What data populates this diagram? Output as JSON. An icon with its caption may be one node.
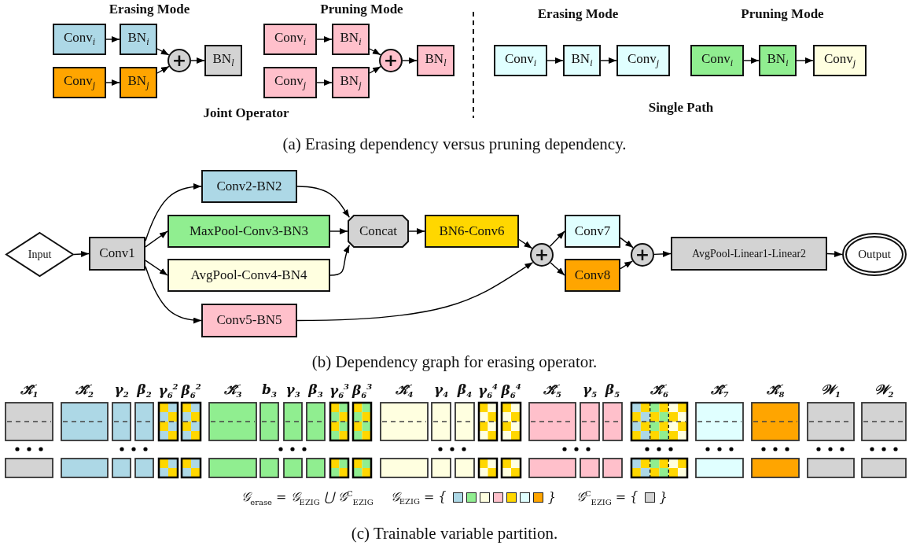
{
  "diagram": {
    "nodes": [
      {
        "text": [
          "Conv$_{i}$"
        ]
      },
      {
        "text": [
          "BN$_{i}$"
        ]
      },
      {
        "text": [
          "Conv$_{j}$"
        ]
      },
      {
        "text": [
          "BN$_{j}$"
        ]
      },
      {
        "text": [
          "+"
        ]
      },
      {
        "text": [
          "BN$_{l}$"
        ]
      },
      {
        "text": [
          "Conv$_{i}$"
        ]
      },
      {
        "text": [
          "BN$_{i}$"
        ]
      },
      {
        "text": [
          "Conv$_{j}$"
        ]
      },
      {
        "text": [
          "BN$_{j}$"
        ]
      },
      {
        "text": [
          "+"
        ]
      },
      {
        "text": [
          "BN$_{l}$"
        ]
      },
      {
        "text": [
          "Conv$_{i}$"
        ]
      },
      {
        "text": [
          "BN$_{i}$"
        ]
      },
      {
        "text": [
          "Conv$_{j}$"
        ]
      },
      {
        "text": [
          "Conv$_{i}$"
        ]
      },
      {
        "text": [
          "BN$_{i}$"
        ]
      },
      {
        "text": [
          "Conv$_{j}$"
        ]
      },
      {
        "text": [
          "Input"
        ]
      },
      {
        "text": [
          "Conv1"
        ]
      },
      {
        "text": [
          "Conv2-BN2"
        ]
      },
      {
        "text": [
          "MaxPool-Conv3-BN3"
        ]
      },
      {
        "text": [
          "AvgPool-Conv4-BN4"
        ]
      },
      {
        "text": [
          "Conv5-BN5"
        ]
      },
      {
        "text": [
          "Concat"
        ]
      },
      {
        "text": [
          "BN6-Conv6"
        ]
      },
      {
        "text": [
          "+"
        ]
      },
      {
        "text": [
          "Conv7"
        ]
      },
      {
        "text": [
          "Conv8"
        ]
      },
      {
        "text": [
          "+"
        ]
      },
      {
        "text": [
          "AvgPool-Linear1-Linear2"
        ]
      },
      {
        "text": [
          "Output"
        ]
      }
    ],
    "edges": [
      {
        "from": 0,
        "to": 1,
        "arrow": "to"
      },
      {
        "from": 2,
        "to": 3,
        "arrow": "to"
      },
      {
        "from": 1,
        "to": 4,
        "arrow": "to"
      },
      {
        "from": 3,
        "to": 4,
        "arrow": "to"
      },
      {
        "from": 4,
        "to": 5,
        "arrow": "to"
      },
      {
        "from": 6,
        "to": 7,
        "arrow": "to"
      },
      {
        "from": 8,
        "to": 9,
        "arrow": "to"
      },
      {
        "from": 7,
        "to": 10,
        "arrow": "to"
      },
      {
        "from": 9,
        "to": 10,
        "arrow": "to"
      },
      {
        "from": 10,
        "to": 11,
        "arrow": "to"
      },
      {
        "from": 12,
        "to": 13,
        "arrow": "to"
      },
      {
        "from": 13,
        "to": 14,
        "arrow": "to"
      },
      {
        "from": 15,
        "to": 16,
        "arrow": "to"
      },
      {
        "from": 16,
        "to": 17,
        "arrow": "to"
      },
      {
        "from": 18,
        "to": 19,
        "arrow": "to"
      },
      {
        "from": 19,
        "to": 20,
        "arrow": "to"
      },
      {
        "from": 19,
        "to": 21,
        "arrow": "to"
      },
      {
        "from": 19,
        "to": 22,
        "arrow": "to"
      },
      {
        "from": 19,
        "to": 23,
        "arrow": "to"
      },
      {
        "from": 20,
        "to": 24,
        "arrow": "to"
      },
      {
        "from": 21,
        "to": 24,
        "arrow": "to"
      },
      {
        "from": 22,
        "to": 24,
        "arrow": "to"
      },
      {
        "from": 24,
        "to": 25,
        "arrow": "to"
      },
      {
        "from": 25,
        "to": 26,
        "arrow": "to"
      },
      {
        "from": 23,
        "to": 26,
        "arrow": "to"
      },
      {
        "from": 26,
        "to": 27,
        "arrow": "to"
      },
      {
        "from": 26,
        "to": 28,
        "arrow": "to"
      },
      {
        "from": 27,
        "to": 29,
        "arrow": "to"
      },
      {
        "from": 28,
        "to": 29,
        "arrow": "to"
      },
      {
        "from": 29,
        "to": 30,
        "arrow": "to"
      },
      {
        "from": 30,
        "to": 31,
        "arrow": "to"
      }
    ],
    "labels": [
      "Erasing Mode",
      "Pruning Mode",
      "Erasing Mode",
      "Pruning Mode",
      "Joint Operator",
      "Single Path",
      "(a) Erasing dependency versus pruning dependency.",
      "(b) Dependency graph for erasing operator.",
      "𝒦̂$_{1}$",
      "𝒦̂$_{2}$",
      "γ$_{2}$",
      "β$_{2}$",
      "γ$_{6}$$^{2}$",
      "β$_{6}$$^{2}$",
      "𝒦̂$_{3}$",
      "b$_{3}$",
      "γ$_{3}$",
      "β$_{3}$",
      "γ$_{6}$$^{3}$",
      "β$_{6}$$^{3}$",
      "𝒦̂$_{4}$",
      "γ$_{4}$",
      "β$_{4}$",
      "γ$_{6}$$^{4}$",
      "β$_{6}$$^{4}$",
      "𝒦̂$_{5}$",
      "γ$_{5}$",
      "β$_{5}$",
      "𝒦̂$_{6}$",
      "𝒦̂$_{7}$",
      "𝒦̂$_{8}$",
      "𝒲$_{1}$",
      "𝒲$_{2}$",
      "𝒢$_{erase}$ = 𝒢$_{EZIG}$ ⋃ 𝒢$^{C}$$_{EZIG}$",
      "𝒢$_{EZIG}$ = {",
      "}",
      "𝒢$^{C}$$_{EZIG}$ = {",
      "}",
      "(c) Trainable variable partition."
    ]
  }
}
